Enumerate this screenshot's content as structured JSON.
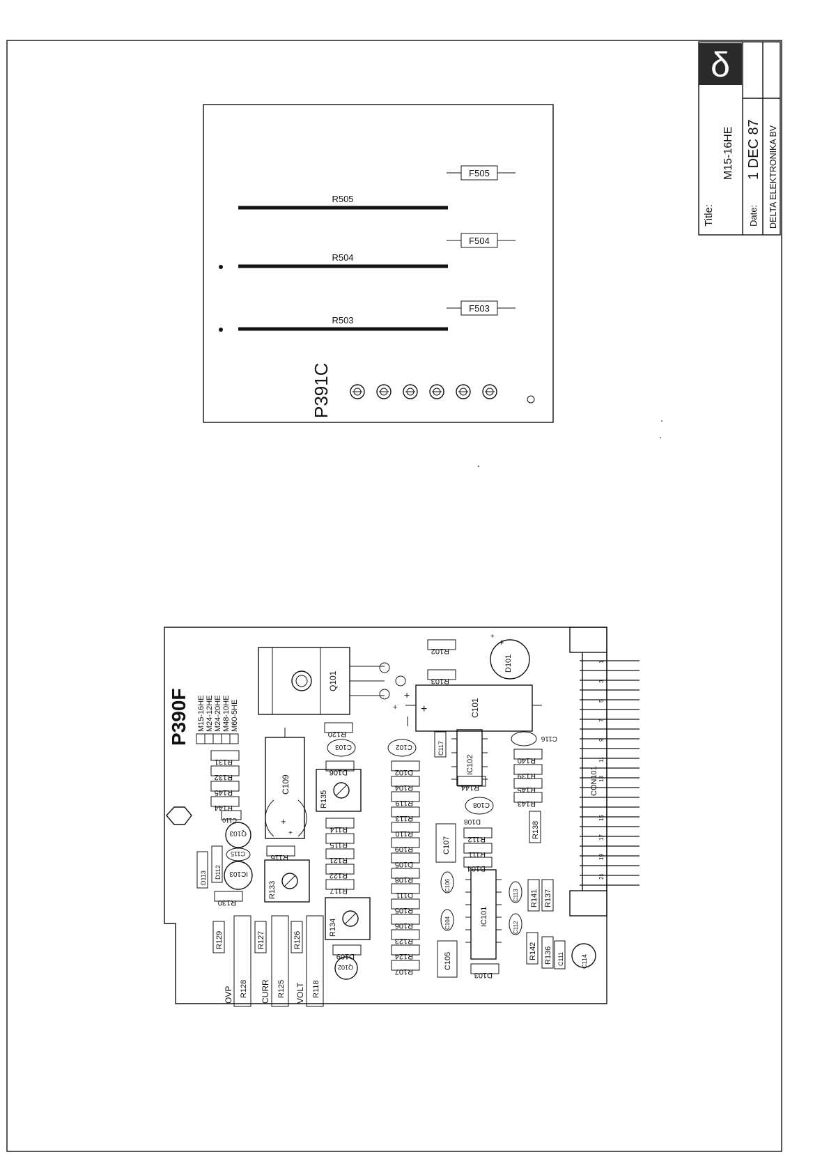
{
  "title_block": {
    "title_label": "Title:",
    "title_value": "M15-16HE",
    "date_label": "Date:",
    "date_value": "1 DEC 87",
    "company": "DELTA ELEKTRONIKA BV",
    "logo": "delta-symbol-icon"
  },
  "board_p391c": {
    "name": "P391C",
    "resistors": [
      "R505",
      "R504",
      "R503"
    ],
    "fuses": [
      "F505",
      "F504",
      "F503"
    ]
  },
  "board_p390f": {
    "name": "P390F",
    "variants": [
      "M15-16HE",
      "M24-12HE",
      "M24-20HE",
      "M48-10HE",
      "M60-5HE"
    ],
    "connector": "CON101",
    "connector_pins": [
      "1",
      "3",
      "5",
      "7",
      "9",
      "11",
      "13",
      "15",
      "17",
      "19",
      "21"
    ],
    "trim_labels": [
      "OVP",
      "CURR",
      "VOLT"
    ],
    "trim_resistors": [
      "R128",
      "R125",
      "R118"
    ],
    "large_parts": [
      "Q101",
      "C101",
      "C109",
      "D101",
      "IC101",
      "IC102"
    ],
    "trimmers": [
      "R135",
      "R133",
      "R134"
    ],
    "misc_resistors": [
      "R129",
      "R127",
      "R126",
      "R116",
      "R138",
      "R141",
      "R137",
      "R142",
      "R136"
    ],
    "col1": [
      "R120",
      "R131",
      "R132",
      "R145",
      "R144",
      "C110",
      "Q103",
      "C115",
      "IC103",
      "D112",
      "D113",
      "R130"
    ],
    "col2": [
      "C103",
      "D106",
      "R114",
      "R115",
      "R121",
      "R122",
      "R117",
      "D109",
      "Q102"
    ],
    "col3": [
      "R102",
      "R103",
      "C102",
      "D102",
      "R104",
      "R119",
      "R113",
      "R110",
      "R109",
      "D105",
      "R108",
      "D111",
      "R105",
      "R106",
      "R123",
      "R124",
      "R107"
    ],
    "col4": [
      "C117",
      "R144",
      "C108",
      "D108",
      "R112",
      "R111",
      "D104",
      "C107",
      "C106",
      "C104",
      "C105",
      "D103"
    ],
    "col5": [
      "C116",
      "R140",
      "R139",
      "R145",
      "R143",
      "C113",
      "C112",
      "C111",
      "C114"
    ]
  }
}
